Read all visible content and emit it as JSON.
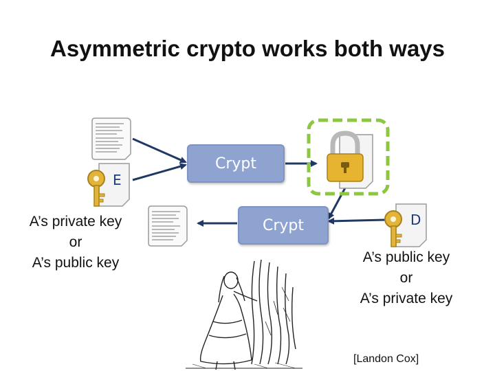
{
  "title": "Asymmetric crypto works both ways",
  "top_crypt_label": "Crypt",
  "bottom_crypt_label": "Crypt",
  "left_key": {
    "letter": "E",
    "line1": "A’s private key",
    "line2": "or",
    "line3": "A’s public key"
  },
  "right_key": {
    "letter": "D",
    "line1": "A’s public key",
    "line2": "or",
    "line3": "A’s private key"
  },
  "credit": "[Landon Cox]",
  "colors": {
    "crypt_box": "#8ea3d0",
    "arrow": "#1f3864",
    "highlight_border": "#8dc63f",
    "key_gold": "#e2b53a"
  },
  "icons": [
    "document-icon",
    "key-icon",
    "lock-file-icon",
    "alice-illustration"
  ]
}
